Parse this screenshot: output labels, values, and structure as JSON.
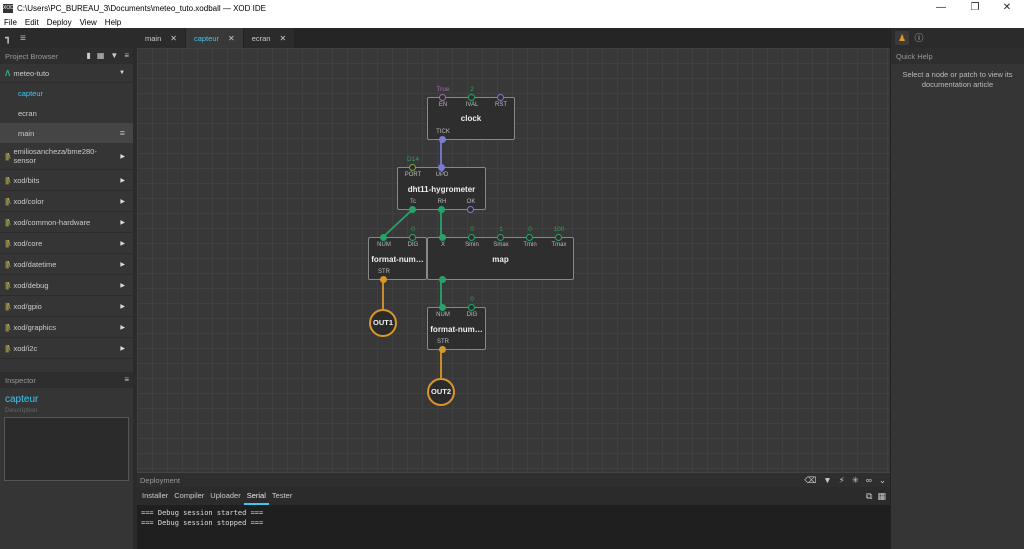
{
  "window": {
    "title": "C:\\Users\\PC_BUREAU_3\\Documents\\meteo_tuto.xodball — XOD IDE",
    "app_icon_label": "XOD"
  },
  "menu": [
    "File",
    "Edit",
    "Deploy",
    "View",
    "Help"
  ],
  "project_browser": {
    "header": "Project Browser",
    "project": "meteo-tuto",
    "patches": [
      "capteur",
      "ecran",
      "main"
    ],
    "active_patch": "capteur",
    "libraries": [
      "emiliosancheza/bme280-sensor",
      "xod/bits",
      "xod/color",
      "xod/common-hardware",
      "xod/core",
      "xod/datetime",
      "xod/debug",
      "xod/gpio",
      "xod/graphics",
      "xod/i2c"
    ]
  },
  "inspector": {
    "header": "Inspector",
    "title": "capteur",
    "description_label": "Description"
  },
  "tabs": [
    {
      "label": "main",
      "active": false
    },
    {
      "label": "capteur",
      "active": true
    },
    {
      "label": "ecran",
      "active": false
    }
  ],
  "nodes": {
    "clock": {
      "title": "clock",
      "pins_in": [
        "EN",
        "IVAL",
        "RST"
      ],
      "values": [
        "True",
        "2",
        ""
      ],
      "pins_out": [
        "TICK"
      ]
    },
    "dht": {
      "title": "dht11-hygrometer",
      "pins_in": [
        "PORT",
        "UPD"
      ],
      "values": [
        "D14",
        ""
      ],
      "pins_out": [
        "Tc",
        "RH",
        "OK"
      ]
    },
    "fmt1": {
      "title": "format-num…",
      "pins_in": [
        "NUM",
        "DIG"
      ],
      "values": [
        "",
        "0"
      ],
      "pins_out": [
        "STR"
      ]
    },
    "map": {
      "title": "map",
      "pins_in": [
        "X",
        "Smin",
        "Smax",
        "Tmin",
        "Tmax"
      ],
      "values": [
        "",
        "0",
        "1",
        "0",
        "100"
      ]
    },
    "fmt2": {
      "title": "format-num…",
      "pins_in": [
        "NUM",
        "DIG"
      ],
      "values": [
        "",
        "0"
      ],
      "pins_out": [
        "STR"
      ]
    },
    "out1": {
      "title": "OUT1"
    },
    "out2": {
      "title": "OUT2"
    }
  },
  "deployment": {
    "header": "Deployment",
    "tabs": [
      "Installer",
      "Compiler",
      "Uploader",
      "Serial",
      "Tester"
    ],
    "active_tab": "Serial",
    "console": [
      "=== Debug session started ===",
      "=== Debug session stopped ==="
    ]
  },
  "quick_help": {
    "header": "Quick Help",
    "text": "Select a node or patch to view its documentation article"
  },
  "colors": {
    "accent": "#3ec8f0",
    "pulse_pin": "#7b7bd6",
    "number_pin": "#27a36a",
    "string_pin": "#d9962b",
    "library_icon": "#b7b34f"
  }
}
